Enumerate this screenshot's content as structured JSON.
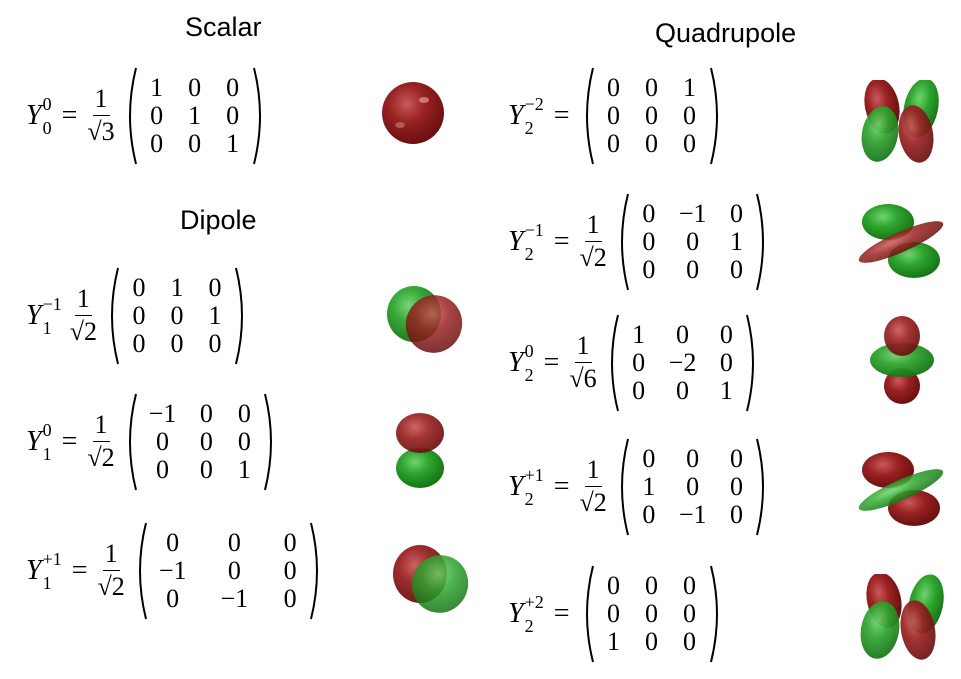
{
  "sections": {
    "scalar": {
      "title": "Scalar"
    },
    "dipole": {
      "title": "Dipole"
    },
    "quadrupole": {
      "title": "Quadrupole"
    }
  },
  "equations": [
    {
      "id": "Y_0_0",
      "section": "Scalar",
      "symbol": "Y",
      "l": "0",
      "m": "0",
      "equals": "=",
      "coef_num": "1",
      "coef_den": "√3",
      "matrix": [
        [
          "1",
          "0",
          "0"
        ],
        [
          "0",
          "1",
          "0"
        ],
        [
          "0",
          "0",
          "1"
        ]
      ],
      "shape": "sphere"
    },
    {
      "id": "Y_1_-1",
      "section": "Dipole",
      "symbol": "Y",
      "l": "1",
      "m": "−1",
      "equals": "",
      "coef_num": "1",
      "coef_den": "√2",
      "matrix": [
        [
          "0",
          "1",
          "0"
        ],
        [
          "0",
          "0",
          "1"
        ],
        [
          "0",
          "0",
          "0"
        ]
      ],
      "shape": "p-orbital-diagonal-green-red"
    },
    {
      "id": "Y_1_0",
      "section": "Dipole",
      "symbol": "Y",
      "l": "1",
      "m": "0",
      "equals": "=",
      "coef_num": "1",
      "coef_den": "√2",
      "matrix": [
        [
          "−1",
          "0",
          "0"
        ],
        [
          "0",
          "0",
          "0"
        ],
        [
          "0",
          "0",
          "1"
        ]
      ],
      "shape": "p-orbital-vertical-red-green"
    },
    {
      "id": "Y_1_+1",
      "section": "Dipole",
      "symbol": "Y",
      "l": "1",
      "m": "+1",
      "equals": "=",
      "coef_num": "1",
      "coef_den": "√2",
      "matrix": [
        [
          "0",
          "0",
          "0"
        ],
        [
          "−1",
          "0",
          "0"
        ],
        [
          "0",
          "−1",
          "0"
        ]
      ],
      "shape": "p-orbital-diagonal-red-green"
    },
    {
      "id": "Y_2_-2",
      "section": "Quadrupole",
      "symbol": "Y",
      "l": "2",
      "m": "−2",
      "equals": "=",
      "coef_num": "",
      "coef_den": "",
      "matrix": [
        [
          "0",
          "0",
          "1"
        ],
        [
          "0",
          "0",
          "0"
        ],
        [
          "0",
          "0",
          "0"
        ]
      ],
      "shape": "d-orbital-four-lobes"
    },
    {
      "id": "Y_2_-1",
      "section": "Quadrupole",
      "symbol": "Y",
      "l": "2",
      "m": "−1",
      "equals": "=",
      "coef_num": "1",
      "coef_den": "√2",
      "matrix": [
        [
          "0",
          "−1",
          "0"
        ],
        [
          "0",
          "0",
          "1"
        ],
        [
          "0",
          "0",
          "0"
        ]
      ],
      "shape": "d-orbital-tilted-green-outer"
    },
    {
      "id": "Y_2_0",
      "section": "Quadrupole",
      "symbol": "Y",
      "l": "2",
      "m": "0",
      "equals": "=",
      "coef_num": "1",
      "coef_den": "√6",
      "matrix": [
        [
          "1",
          "0",
          "0"
        ],
        [
          "0",
          "−2",
          "0"
        ],
        [
          "0",
          "0",
          "1"
        ]
      ],
      "shape": "d-orbital-z2"
    },
    {
      "id": "Y_2_+1",
      "section": "Quadrupole",
      "symbol": "Y",
      "l": "2",
      "m": "+1",
      "equals": "=",
      "coef_num": "1",
      "coef_den": "√2",
      "matrix": [
        [
          "0",
          "0",
          "0"
        ],
        [
          "1",
          "0",
          "0"
        ],
        [
          "0",
          "−1",
          "0"
        ]
      ],
      "shape": "d-orbital-tilted-red-outer"
    },
    {
      "id": "Y_2_+2",
      "section": "Quadrupole",
      "symbol": "Y",
      "l": "2",
      "m": "+2",
      "equals": "=",
      "coef_num": "",
      "coef_den": "",
      "matrix": [
        [
          "0",
          "0",
          "0"
        ],
        [
          "0",
          "0",
          "0"
        ],
        [
          "1",
          "0",
          "0"
        ]
      ],
      "shape": "d-orbital-four-lobes"
    }
  ],
  "colors": {
    "red_lobe": "#8b1a1a",
    "green_lobe": "#1f9a1f",
    "text": "#000000",
    "background": "#ffffff"
  }
}
